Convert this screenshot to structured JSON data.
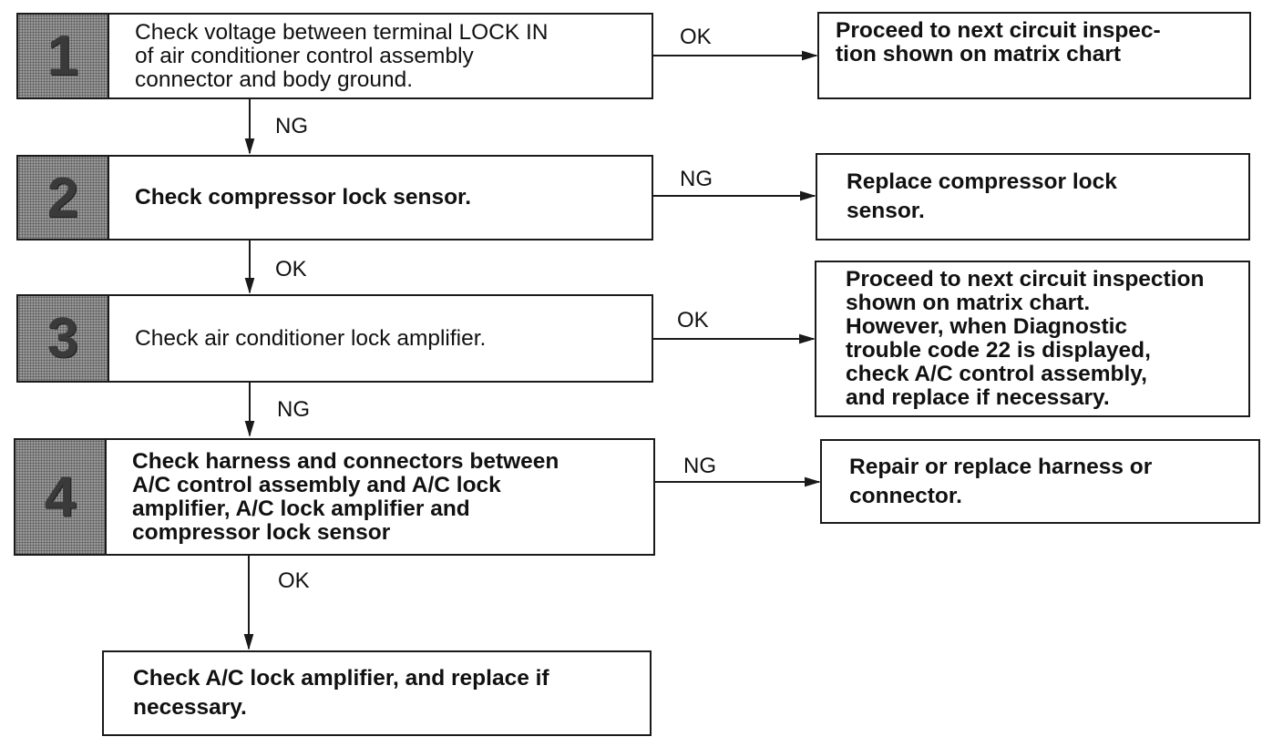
{
  "steps": [
    {
      "num": "1",
      "text": "Check voltage between terminal LOCK IN\nof air conditioner control assembly\nconnector and body ground."
    },
    {
      "num": "2",
      "text": "Check compressor lock sensor."
    },
    {
      "num": "3",
      "text": "Check air conditioner lock amplifier."
    },
    {
      "num": "4",
      "text": "Check harness and connectors between\nA/C control assembly and A/C lock\namplifier, A/C lock amplifier and\ncompressor lock sensor"
    }
  ],
  "results": [
    {
      "branch": "OK",
      "text": "Proceed to next circuit inspec-\ntion shown on matrix chart"
    },
    {
      "branch": "NG",
      "text": "Replace compressor lock\nsensor."
    },
    {
      "branch": "OK",
      "text": "Proceed to next circuit inspection\nshown on matrix chart.\nHowever, when Diagnostic\ntrouble code 22 is displayed,\ncheck A/C control assembly,\nand replace if necessary."
    },
    {
      "branch": "NG",
      "text": "Repair or replace harness or\nconnector."
    }
  ],
  "down_labels": [
    "NG",
    "OK",
    "NG",
    "OK"
  ],
  "final": {
    "text": "Check A/C lock amplifier, and replace if\nnecessary."
  }
}
